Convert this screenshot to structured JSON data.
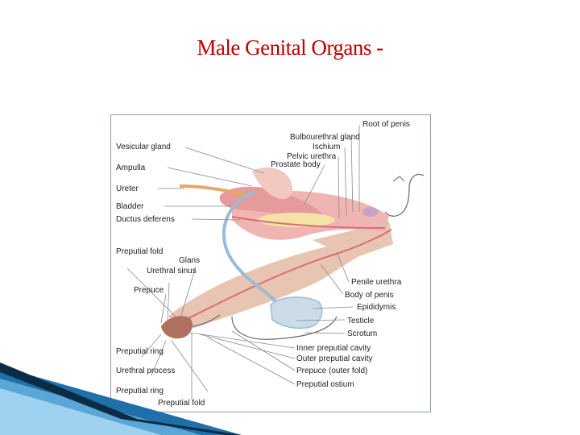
{
  "slide": {
    "title": "Male Genital Organs -"
  },
  "diagram": {
    "labels_left": [
      "Vesicular gland",
      "Ampulla",
      "Ureter",
      "Bladder",
      "Ductus deferens",
      "Preputial fold",
      "Glans",
      "Urethral sinus",
      "Prepuce",
      "Preputial ring",
      "Urethral process",
      "Preputial ring",
      "Preputial fold"
    ],
    "labels_right": [
      "Root of penis",
      "Bulbourethral gland",
      "Ischium",
      "Pelvic urethra",
      "Prostate body",
      "Penile urethra",
      "Body of penis",
      "Epididymis",
      "Testicle",
      "Scrotum",
      "Inner preputial cavity",
      "Outer preputial cavity",
      "Prepuce (outer fold)",
      "Preputial ostium"
    ]
  },
  "colors": {
    "title": "#c00000",
    "body_tan": "#e2b8a4",
    "bladder_pink": "#e59a9c",
    "duct_blue": "#9cbbd4",
    "urethra_red": "#d96e73",
    "prostate_yellow": "#f4e2a6",
    "leader_gray": "#8a8a8a",
    "corner_blue": "#2d7fb8"
  }
}
